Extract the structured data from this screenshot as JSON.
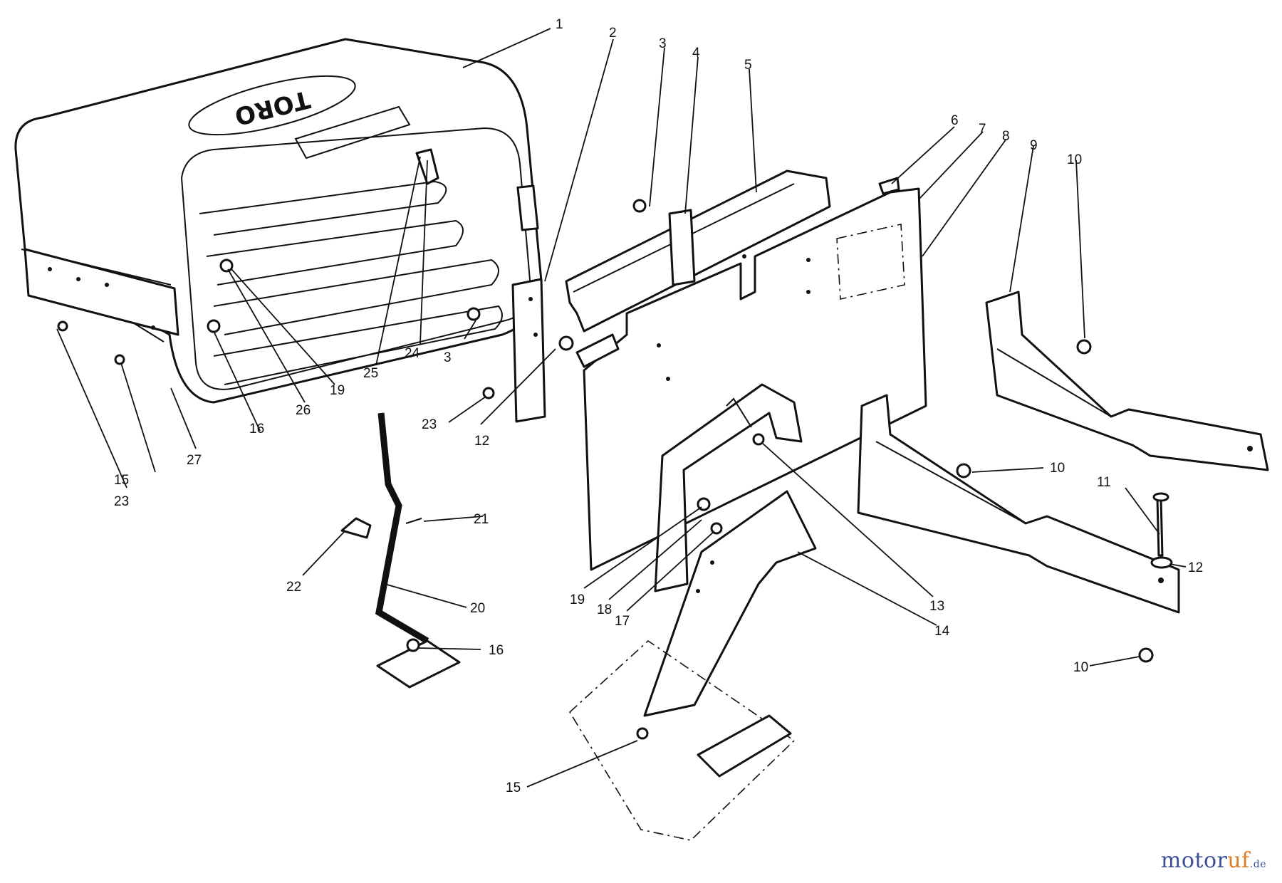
{
  "brand_logo_text": "TORO",
  "watermark": {
    "main": "motor",
    "accent": "uf",
    "tld": ".de"
  },
  "callouts": [
    {
      "id": "c1",
      "label": "1"
    },
    {
      "id": "c2",
      "label": "2"
    },
    {
      "id": "c3a",
      "label": "3"
    },
    {
      "id": "c3b",
      "label": "3"
    },
    {
      "id": "c4",
      "label": "4"
    },
    {
      "id": "c5",
      "label": "5"
    },
    {
      "id": "c6",
      "label": "6"
    },
    {
      "id": "c7",
      "label": "7"
    },
    {
      "id": "c8",
      "label": "8"
    },
    {
      "id": "c9",
      "label": "9"
    },
    {
      "id": "c10a",
      "label": "10"
    },
    {
      "id": "c10b",
      "label": "10"
    },
    {
      "id": "c10c",
      "label": "10"
    },
    {
      "id": "c11",
      "label": "11"
    },
    {
      "id": "c12a",
      "label": "12"
    },
    {
      "id": "c12b",
      "label": "12"
    },
    {
      "id": "c13",
      "label": "13"
    },
    {
      "id": "c14",
      "label": "14"
    },
    {
      "id": "c15a",
      "label": "15"
    },
    {
      "id": "c15b",
      "label": "15"
    },
    {
      "id": "c16a",
      "label": "16"
    },
    {
      "id": "c16b",
      "label": "16"
    },
    {
      "id": "c17",
      "label": "17"
    },
    {
      "id": "c18",
      "label": "18"
    },
    {
      "id": "c19a",
      "label": "19"
    },
    {
      "id": "c19b",
      "label": "19"
    },
    {
      "id": "c20",
      "label": "20"
    },
    {
      "id": "c21",
      "label": "21"
    },
    {
      "id": "c22",
      "label": "22"
    },
    {
      "id": "c23a",
      "label": "23"
    },
    {
      "id": "c23b",
      "label": "23"
    },
    {
      "id": "c24",
      "label": "24"
    },
    {
      "id": "c25",
      "label": "25"
    },
    {
      "id": "c26",
      "label": "26"
    },
    {
      "id": "c27",
      "label": "27"
    }
  ]
}
